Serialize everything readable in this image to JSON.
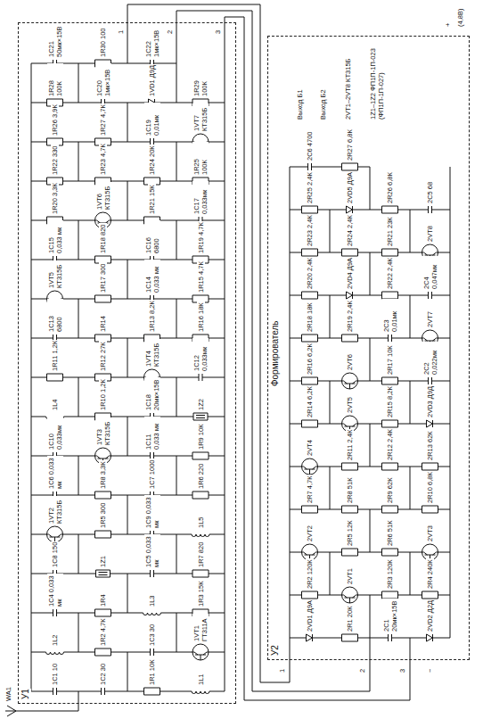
{
  "diagram": {
    "nodes": [
      {
        "text": [
          "У1"
        ]
      },
      {
        "text": [
          "У2",
          "Формирователь"
        ]
      }
    ],
    "edges": [
      {
        "from": 0,
        "to": 1,
        "arrow": "none"
      },
      {
        "from": 0,
        "to": 1,
        "arrow": "none"
      },
      {
        "from": 0,
        "to": 1,
        "arrow": "none"
      }
    ],
    "labels": [
      "1C1 10",
      "1C2 30",
      "1R1 10К",
      "1L1",
      "1L2",
      "1R2 4,7К",
      "1C3 30",
      "1VT1 ГТ311А",
      "1C4 0,033 мк",
      "1R4",
      "1L3",
      "1R3 15К",
      "1C8 150",
      "1Z1",
      "1C5 0,033 мк",
      "1R7 820",
      "1VT2 КТ315Б",
      "1R5 300",
      "1C9 0,033 мк",
      "1L5",
      "1C6 0,033 мк",
      "1R8 3,3К",
      "1C7 1000",
      "1R6 220",
      "1C10 0,033мк",
      "1VT3 КТ315Б",
      "1C11 0,033 мк",
      "1R9 10К",
      "1L4",
      "1R10 1,2К",
      "1C18 20мк×15В",
      "1Z2",
      "1R11 1,2К",
      "1R12 27К",
      "1VT4 КТ315Б",
      "1C12 0,033мк",
      "1C13 6800",
      "1R14",
      "1R13 8,2К",
      "1R16 18К",
      "1VT5 КТ315Б",
      "1R17 300",
      "1C14 0,033 мк",
      "1R15 4,7К",
      "1C15 0,033 мк",
      "1R18 820",
      "1C16 6800",
      "1R19 4,7К",
      "1R20 3,3К",
      "1VT6 КТ315Б",
      "1R21 15К",
      "1C17 0,033мк",
      "1R22 330",
      "1R23 4,7К",
      "1R24 20К",
      "1R25 100К",
      "1R26 3,9К",
      "1R27 4,7К",
      "1C19 0,01мк",
      "1VT7 КТ315Б",
      "1R28 100К",
      "1C20 1мк×15В",
      "1VD1 Д9Д",
      "1R29 100К",
      "1C21 50мк×15В",
      "1R30 100",
      "1C22 1мк×15В",
      "WA1",
      "1",
      "2",
      "3",
      "2VD1 Д9А",
      "2R1 20К",
      "2C1 20мк×15В",
      "2VD2 Д2Д",
      "2R2 120К",
      "2VT1",
      "2R3 120К",
      "2R4 240К",
      "2VT2",
      "2R5 12К",
      "2R6 51К",
      "2VT3",
      "2R7 4,7К",
      "2R8 51К",
      "2R9 62К",
      "2R10 6,8К",
      "2VT4",
      "2R11 2,4К",
      "2R12 2,4К",
      "2R13 62К",
      "2R14 6,2К",
      "2VT5",
      "2R15 8,2К",
      "2VD3 Д9Д",
      "2R16 6,2К",
      "2VT6",
      "2R17 10К",
      "2C2 0,022мк",
      "2R18 18К",
      "2R19 2,4К",
      "2C3 0,01мк",
      "2VT7",
      "2R20 2,4К",
      "2VD4 Д9А",
      "2R22 2,4К",
      "2C4 0,047мк",
      "2R23 2,4К",
      "2R24 2,4К",
      "2R21 23К",
      "2VT8",
      "2R25 2,4К",
      "2VD5 Д9А",
      "2R26 6,8К",
      "2C5 68",
      "2C6 4700",
      "2R27 6,8К",
      "Выход Б1",
      "Выход Б2",
      "2VT1–2VT8 КТ315Б",
      "1Z1–1Z2 ФП1П-1П-023 (ФП1П-1П-027)",
      "1",
      "2",
      "3",
      "−",
      "+",
      "(4,8В)"
    ]
  }
}
